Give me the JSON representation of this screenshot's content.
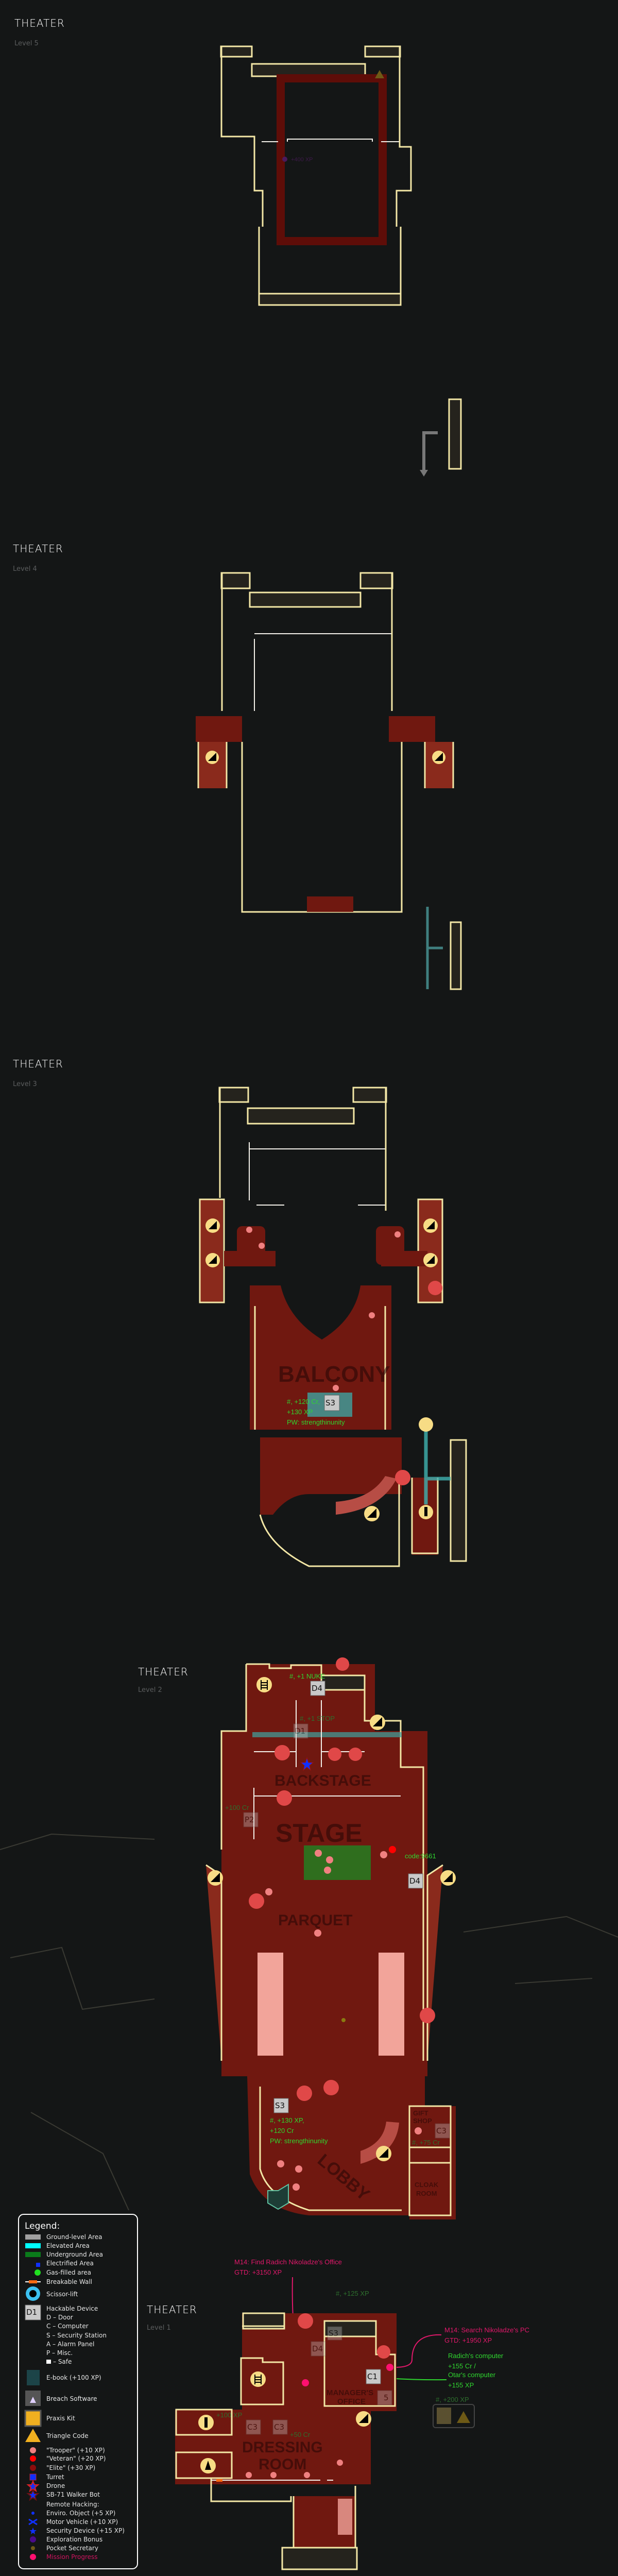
{
  "levels": [
    {
      "title": "THEATER",
      "subtitle": "Level 5",
      "annotations": [
        "+400 XP"
      ]
    },
    {
      "title": "THEATER",
      "subtitle": "Level 4"
    },
    {
      "title": "THEATER",
      "subtitle": "Level 3",
      "rooms": [
        "BALCONY"
      ],
      "annotations": [
        "#, +120 Cr,",
        "+130 XP",
        "PW: strengthinunity"
      ],
      "devices": [
        "S3"
      ]
    },
    {
      "title": "THEATER",
      "subtitle": "Level 2",
      "rooms": [
        "BACKSTAGE",
        "STAGE",
        "PARQUET",
        "LOBBY",
        "GIFT",
        "SHOP",
        "CLOAK",
        "ROOM"
      ],
      "annotations": [
        "#, +1 NUKE",
        "#, +1 STOP",
        "+100 Cr",
        "code:9661",
        "#, +130 XP,",
        "+120 Cr",
        "PW: strengthinunity",
        "#, +75 Cr"
      ],
      "devices": [
        "D4",
        "D1",
        "P2",
        "D4",
        "S3",
        "C3"
      ]
    },
    {
      "title": "THEATER",
      "subtitle": "Level 1",
      "rooms": [
        "DRESSING",
        "ROOM",
        "MANAGER'S",
        "OFFICE"
      ],
      "annotations": [
        "+100 XP",
        "+50 Cr",
        "#, +125 XP",
        "#, +200 XP"
      ],
      "devices": [
        "S3",
        "D4",
        "C3",
        "C3",
        "C1",
        "5"
      ],
      "missions": [
        {
          "line1": "M14: Find Radich Nikoladze's Office",
          "line2": "GTD: +3150 XP"
        },
        {
          "line1": "M14: Search Nikoladze's PC",
          "line2": "GTD: +1950 XP"
        }
      ],
      "computers": [
        "Radich's computer",
        "+155 Cr /",
        "Otar's computer",
        "+155 XP"
      ]
    }
  ],
  "legend": {
    "title": "Legend:",
    "items": [
      "Ground-level Area",
      "Elevated Area",
      "Underground Area",
      "Electrified Area",
      "Gas-filled area",
      "Breakable Wall",
      "Scissor-lift",
      "Hackable Device",
      "D – Door",
      "C – Computer",
      "S – Security Station",
      "A – Alarm Panel",
      "P – Misc.",
      "– Safe",
      "E-book (+100 XP)",
      "Breach Software",
      "Praxis Kit",
      "Triangle Code",
      "\"Trooper\" (+10 XP)",
      "\"Veteran\" (+20 XP)",
      "\"Elite\" (+30 XP)",
      "Turret",
      "Drone",
      "SB-71 Walker Bot",
      "Remote Hacking:",
      "Enviro. Object (+5 XP)",
      "Motor Vehicle (+10 XP)",
      "Security Device (+15 XP)",
      "Exploration Bonus",
      "Pocket Secretary",
      "Mission Progress"
    ],
    "device_sample": "D1"
  },
  "colors": {
    "background": "#141616",
    "wall": "#f3e7a6",
    "area": "#701810",
    "mission": "#e0186a",
    "note": "#2fd62f",
    "elevated": "#00ffff",
    "underground": "#0a7a1a"
  }
}
